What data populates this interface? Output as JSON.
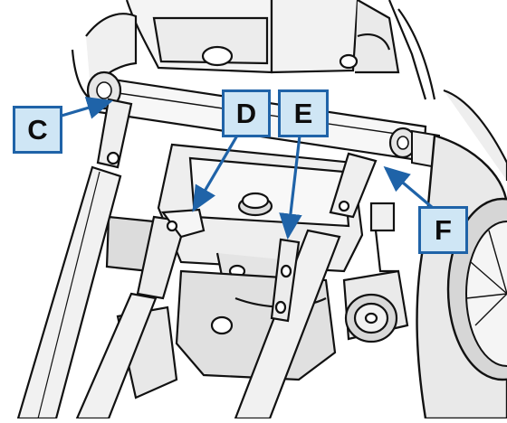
{
  "figure": {
    "subject": "wheelchair-rear-mechanism",
    "callouts": [
      {
        "id": "C",
        "text": "C"
      },
      {
        "id": "D",
        "text": "D"
      },
      {
        "id": "E",
        "text": "E"
      },
      {
        "id": "F",
        "text": "F"
      }
    ]
  },
  "colors": {
    "callout_fill": "#cfe6f5",
    "callout_border": "#1f63a8",
    "arrow": "#1f63a8",
    "line_art": "#111111",
    "background": "#ffffff"
  }
}
